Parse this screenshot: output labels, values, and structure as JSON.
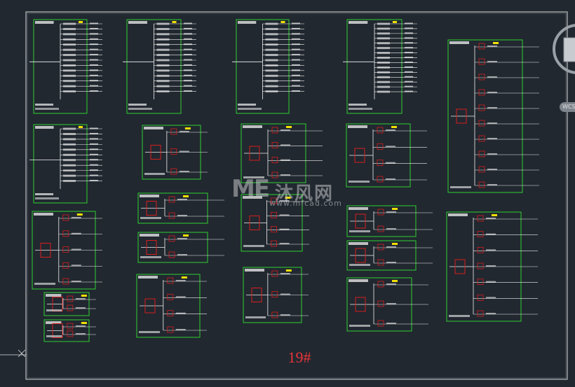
{
  "drawing": {
    "sheet_number": "19#",
    "colors": {
      "background": "#212830",
      "panel_border": "#2fd02f",
      "wire": "#f2f2f2",
      "breaker_box": "#d81e1e",
      "highlight": "#f0e000",
      "frame": "#dcdcdc",
      "sheet_number": "#e8343a"
    }
  },
  "watermark": {
    "title": "沐风网",
    "url": "www.mfcad.com"
  },
  "viewport_tools": {
    "wcs_label": "WCS"
  }
}
